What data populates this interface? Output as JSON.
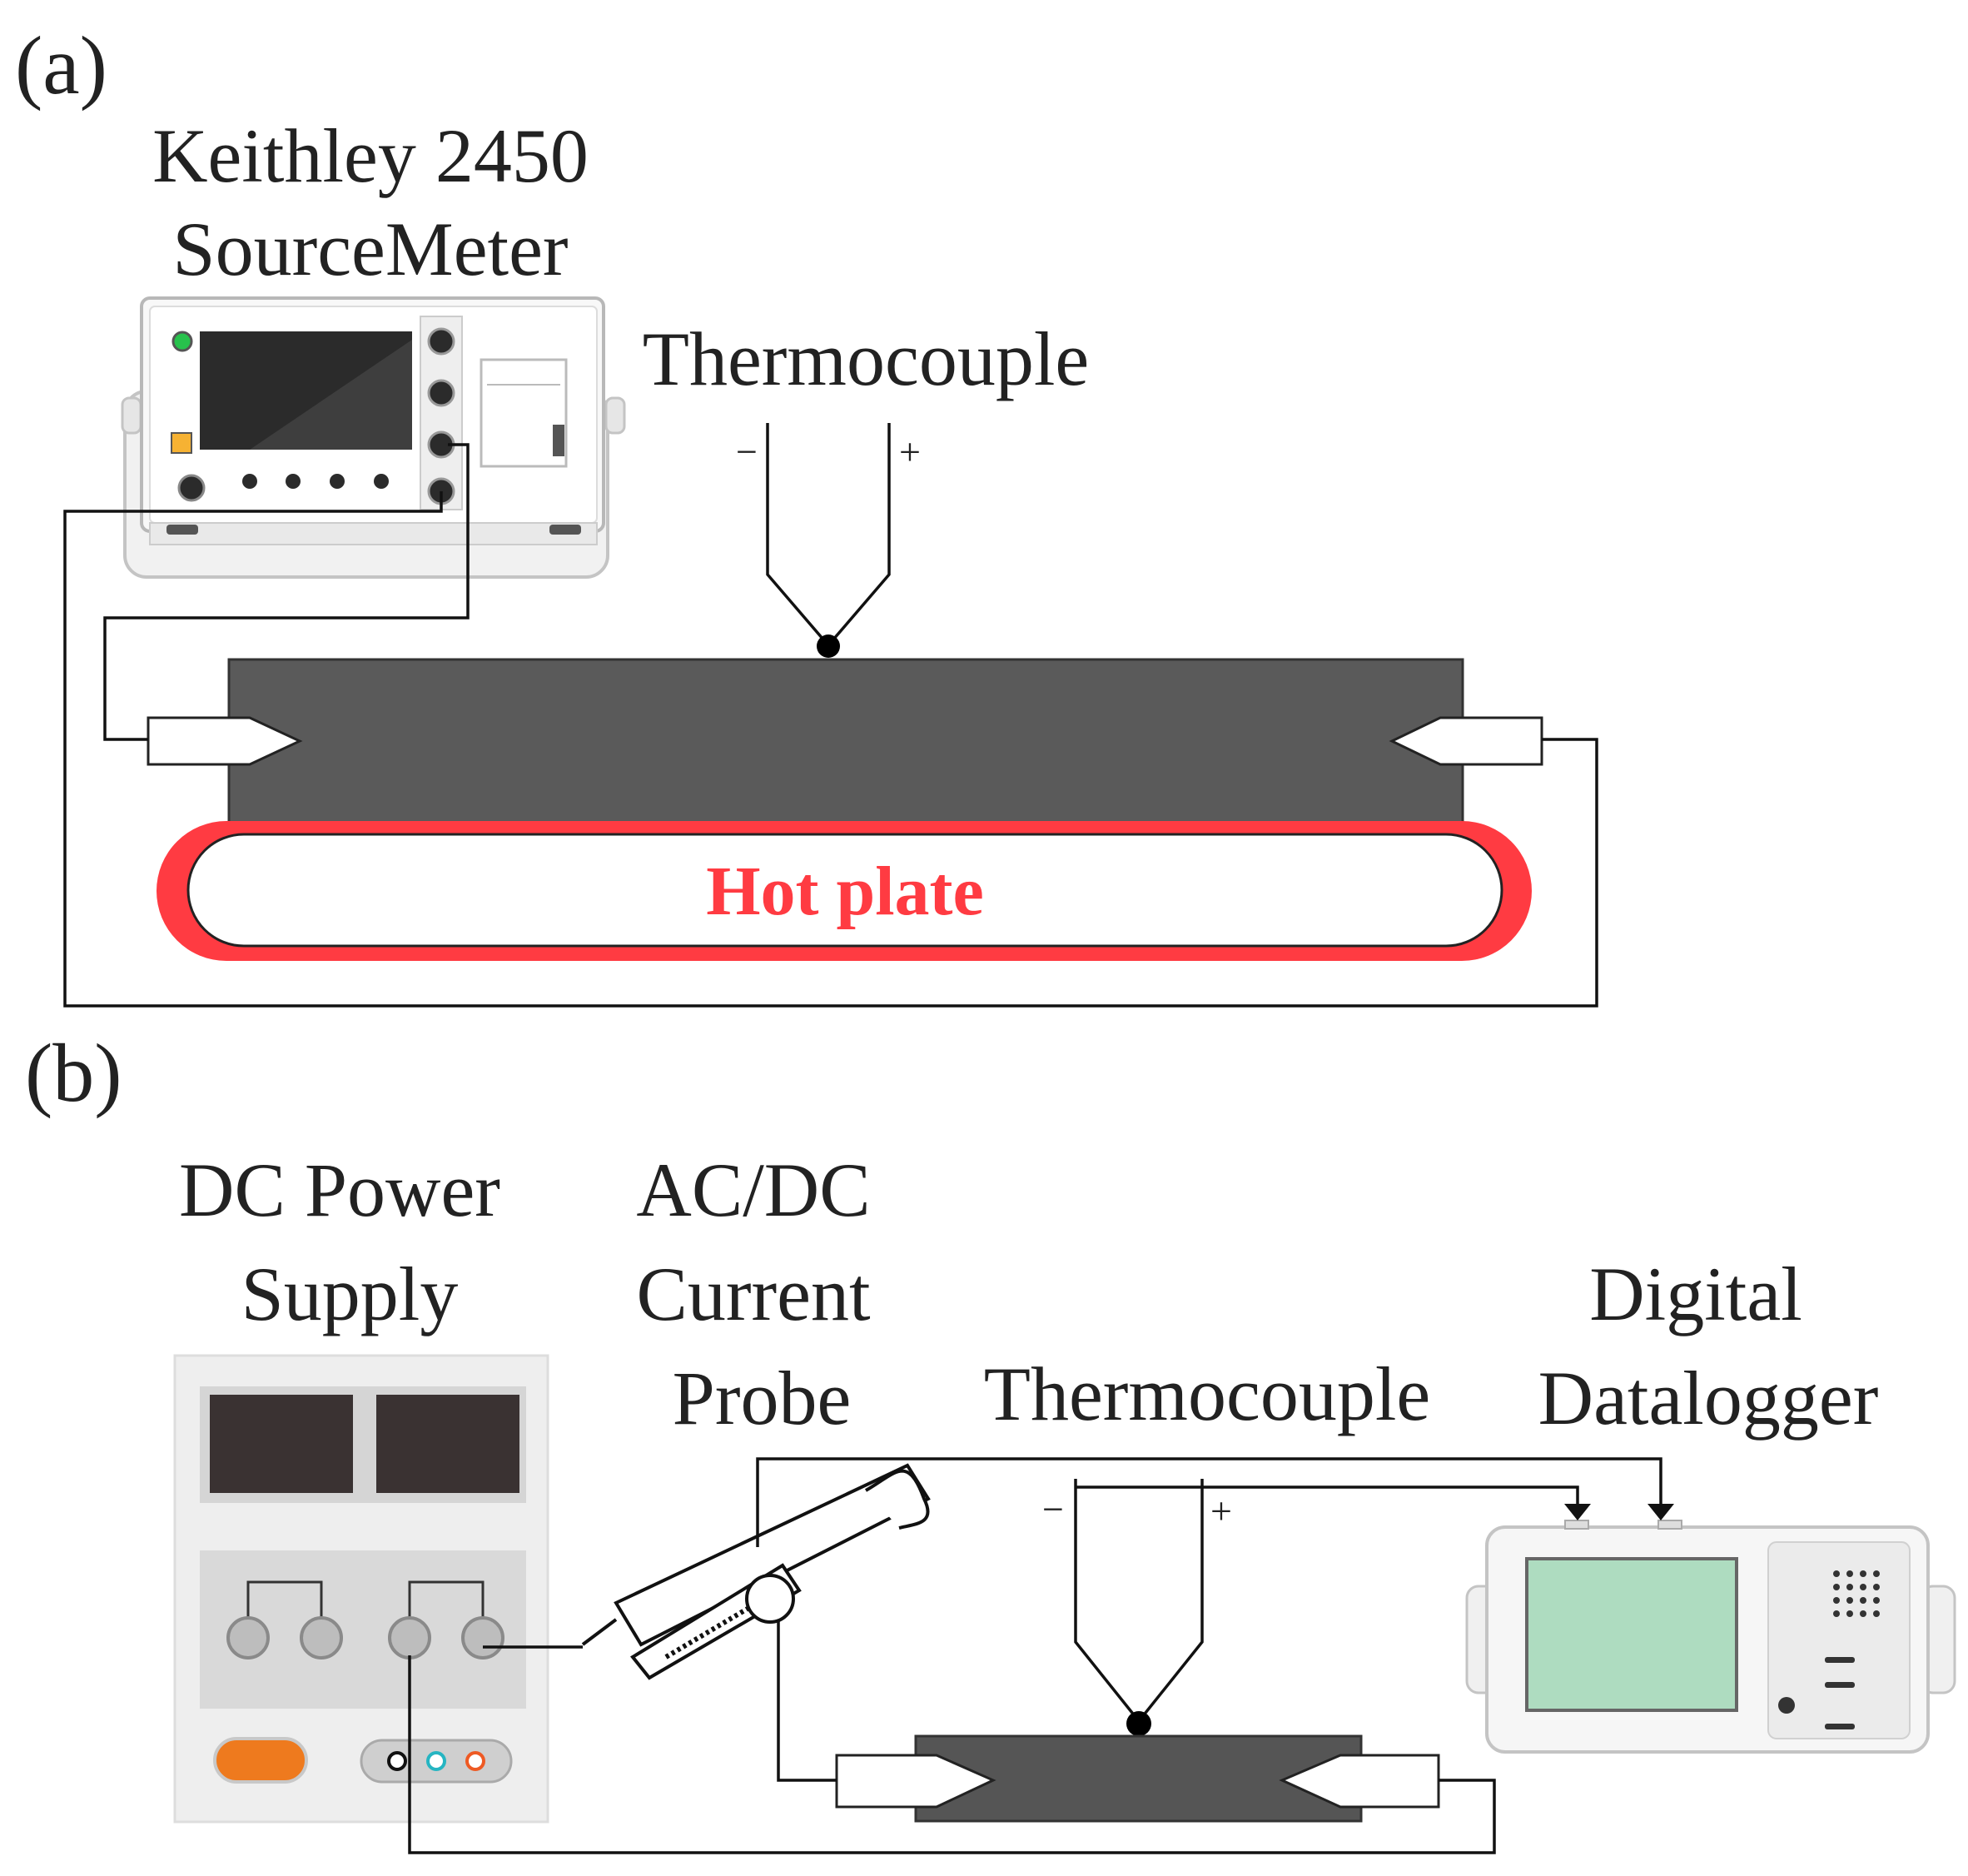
{
  "panel_a": {
    "label": "(a)",
    "sourcemeter": {
      "line1": "Keithley 2450",
      "line2": "SourceMeter"
    },
    "thermocouple": {
      "label": "Thermocouple",
      "minus": "−",
      "plus": "+"
    },
    "hot_plate": {
      "label": "Hot plate",
      "color": "#ff3b42"
    },
    "sample_color": "#5a5a5a"
  },
  "panel_b": {
    "label": "(b)",
    "power_supply": {
      "line1": "DC Power",
      "line2": "Supply"
    },
    "current_probe": {
      "line1": "AC/DC",
      "line2": "Current",
      "line3": "Probe"
    },
    "thermocouple": {
      "label": "Thermocouple",
      "minus": "−",
      "plus": "+"
    },
    "datalogger": {
      "line1": "Digital",
      "line2": "Datalogger",
      "screen_color": "#aedcc0"
    },
    "sample_color": "#555555"
  }
}
